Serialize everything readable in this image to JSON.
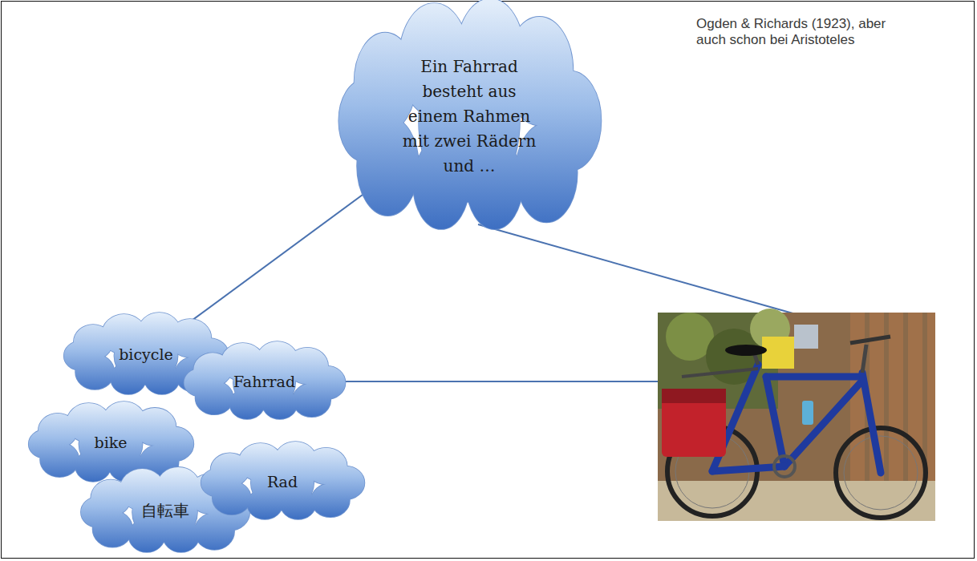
{
  "diagram": {
    "nodes": [
      {
        "text": [
          "Ein Fahrrad besteht aus einem Rahmen mit zwei Rädern und …"
        ]
      },
      {
        "text": [
          "bicycle"
        ]
      },
      {
        "text": [
          "Fahrrad"
        ]
      },
      {
        "text": [
          "bike"
        ]
      },
      {
        "text": [
          "Rad"
        ]
      },
      {
        "text": [
          "自転車"
        ]
      }
    ],
    "edges": [
      {
        "from": 0,
        "to": 1,
        "arrow": "none"
      }
    ],
    "labels": [
      "Ogden & Richards (1923), aber auch schon bei Aristoteles"
    ]
  }
}
